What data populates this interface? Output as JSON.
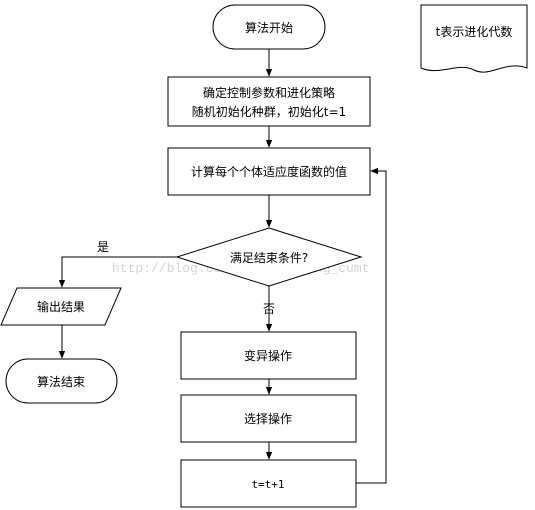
{
  "diagram": {
    "start": "算法开始",
    "init_line1": "确定控制参数和进化策略",
    "init_line2": "随机初始化种群，初始化t=1",
    "compute": "计算每个个体适应度函数的值",
    "decision": "满足结束条件?",
    "yes": "是",
    "no": "否",
    "output": "输出结果",
    "end": "算法结束",
    "mutate": "变异操作",
    "select": "选择操作",
    "increment": "t=t+1",
    "note": "t表示进化代数"
  },
  "watermark": "http://blog.csdn.net/jinpeng_cumt",
  "colors": {
    "stroke": "#000000",
    "fill": "#ffffff",
    "watermark": "#d4d4d4"
  }
}
